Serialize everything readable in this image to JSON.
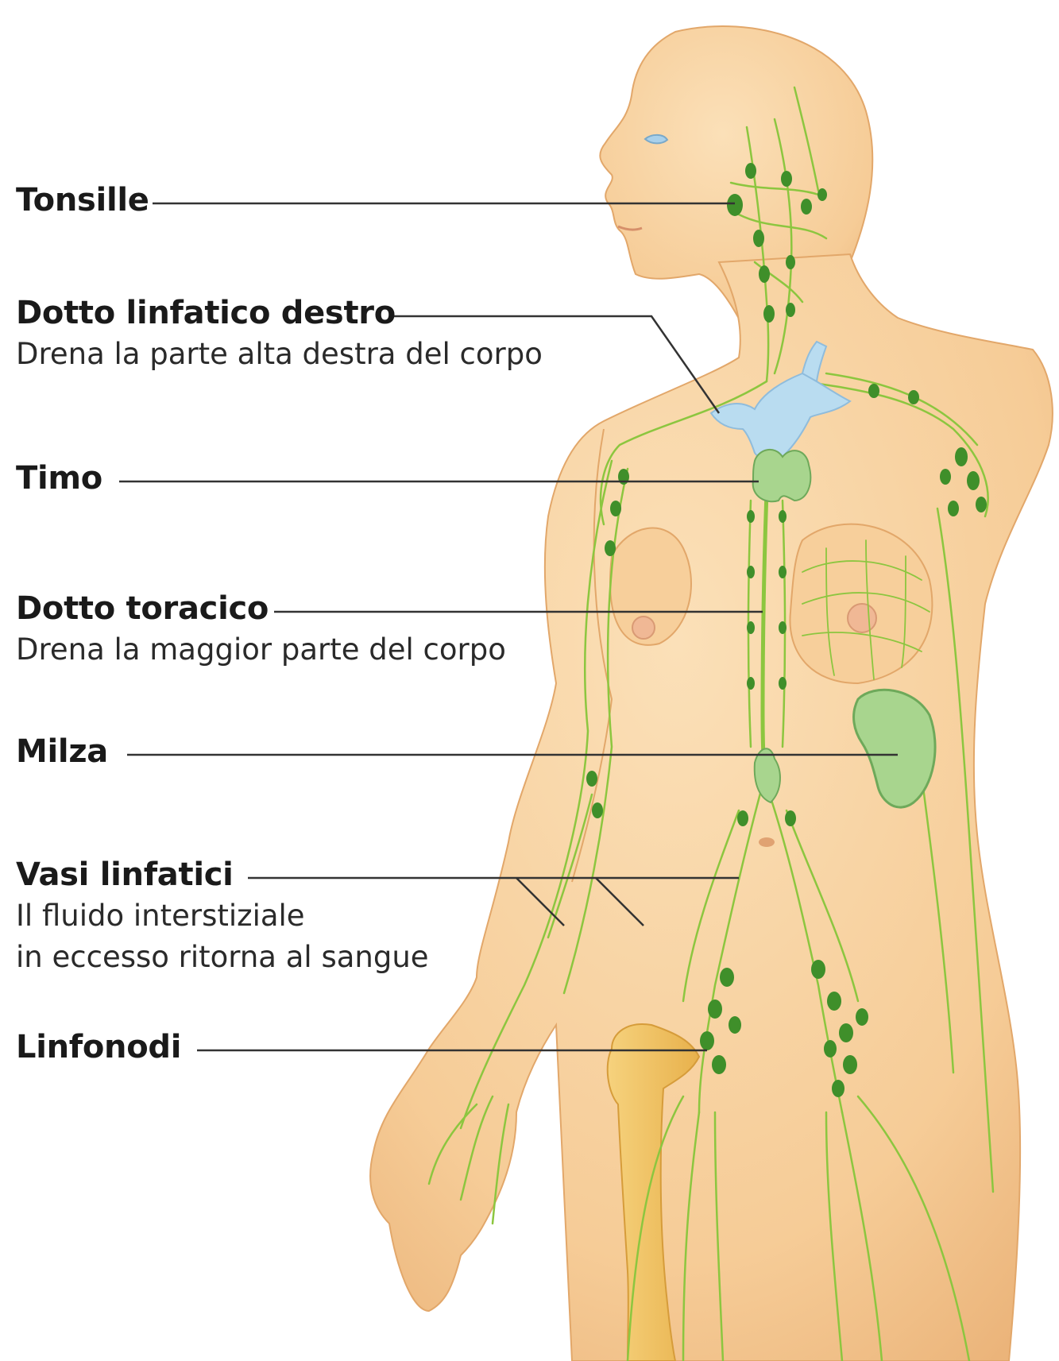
{
  "labels": {
    "tonsille": {
      "title": "Tonsille"
    },
    "dotto_linfatico_destro": {
      "title": "Dotto linfatico destro",
      "desc": "Drena la parte alta destra del corpo"
    },
    "timo": {
      "title": "Timo"
    },
    "dotto_toracico": {
      "title": "Dotto toracico",
      "desc": "Drena la maggior parte del corpo"
    },
    "milza": {
      "title": "Milza"
    },
    "vasi_linfatici": {
      "title": "Vasi linfatici",
      "desc_line1": "Il fluido interstiziale",
      "desc_line2": "in eccesso ritorna al sangue"
    },
    "linfonodi": {
      "title": "Linfonodi"
    }
  },
  "colors": {
    "skin": "#f7d2a0",
    "skin_shadow": "#e9b57e",
    "lymph": "#8cc63f",
    "node": "#3f8f2a",
    "vein": "#b9dcf0",
    "organ": "#9fd08a",
    "bone": "#f2c56b",
    "leader": "#333333"
  }
}
